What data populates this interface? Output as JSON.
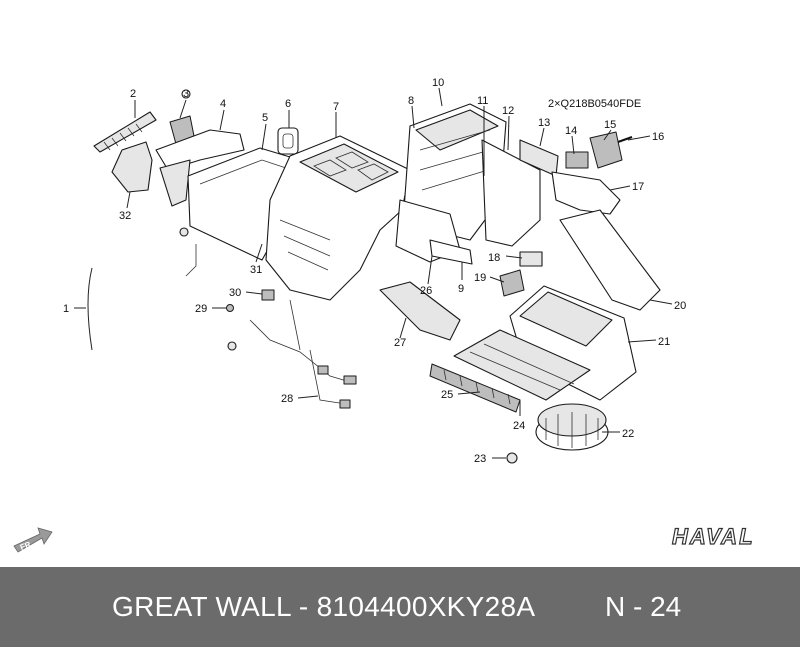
{
  "diagram": {
    "callouts": [
      "1",
      "2",
      "3",
      "4",
      "5",
      "6",
      "7",
      "8",
      "9",
      "10",
      "11",
      "12",
      "13",
      "14",
      "15",
      "16",
      "17",
      "18",
      "19",
      "20",
      "21",
      "22",
      "23",
      "24",
      "25",
      "26",
      "27",
      "28",
      "29",
      "30",
      "31",
      "32"
    ],
    "note": "2×Q218B0540FDE",
    "logo_text": "HAVAL",
    "fr_text": "FR"
  },
  "footer": {
    "text": "GREAT WALL - 8104400XKY28A",
    "page": "N - 24"
  }
}
